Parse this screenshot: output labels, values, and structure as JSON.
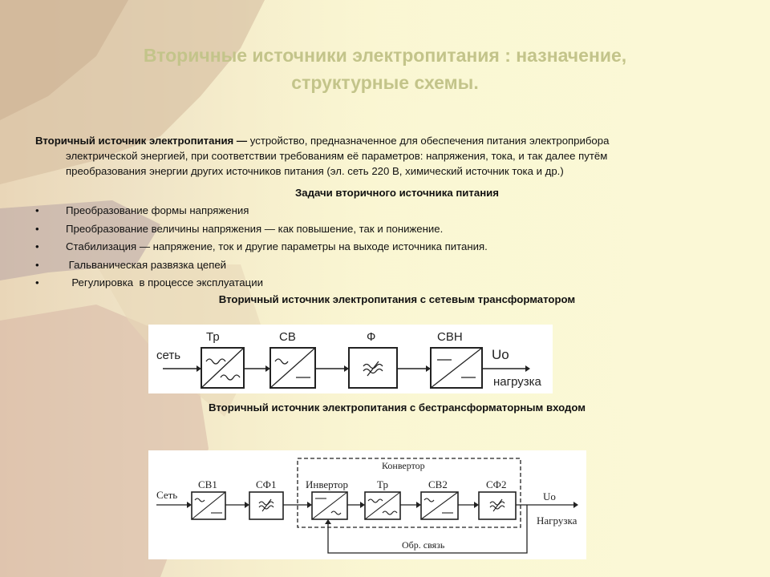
{
  "slide": {
    "title_line1": "Вторичные  источники электропитания : назначение,",
    "title_line2": "структурные  схемы.",
    "definition_term": "Вторичный источник электропитания —",
    "definition_rest": " устройство, предназначенное для обеспечения питания электроприбора",
    "definition_line2": "электрической энергией, при соответствии требованиям её параметров: напряжения, тока, и так далее путём",
    "definition_line3": "преобразования энергии других источников питания  (эл. сеть  220 В, химический источник тока и др.)",
    "tasks_heading": "Задачи вторичного источника питания",
    "bullet_char": "•",
    "tasks": [
      "Преобразование формы напряжения",
      "Преобразование величины напряжения — как повышение, так и понижение.",
      "Стабилизация — напряжение, ток и другие параметры на выходе источника питания.",
      " Гальваническая развязка цепей",
      "  Регулировка  в процессе эксплуатации"
    ],
    "diagram1_heading": "Вторичный источник электропитания  с сетевым трансформатором",
    "diagram2_heading": "Вторичный источник электропитания  с бестрансформаторным входом"
  },
  "diagram1": {
    "input_label": "сеть",
    "blocks": [
      "Тр",
      "СВ",
      "Ф",
      "СВН"
    ],
    "output_label": "Uо",
    "load_label": "нагрузка"
  },
  "diagram2": {
    "input_label": "Сеть",
    "blocks": [
      "СВ1",
      "СФ1",
      "Инвертор",
      "Тр",
      "СВ2",
      "СФ2"
    ],
    "converter_label": "Конвертор",
    "output_label": "Uo",
    "load_label": "Нагрузка",
    "feedback_label": "Обр. связь"
  }
}
